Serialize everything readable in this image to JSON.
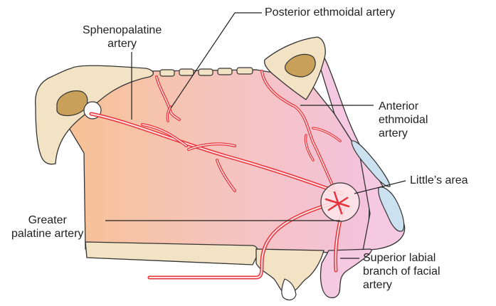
{
  "labels": {
    "posterior_ethmoidal_artery": "Posterior ethmoidal artery",
    "sphenopalatine_artery": [
      "Sphenopalatine",
      "artery"
    ],
    "anterior_ethmoidal_artery": [
      "Anterior",
      "ethmoidal",
      "artery"
    ],
    "littles_area": "Little’s area",
    "greater_palatine_artery": [
      "Greater",
      "palatine artery"
    ],
    "superior_labial_branch": [
      "Superior labial",
      "branch of facial",
      "artery"
    ]
  },
  "colors": {
    "bone": "#f2e3c4",
    "bone_outline": "#333333",
    "sinus_dark": "#c9a05a",
    "cavity_left": "#f7c294",
    "cavity_right": "#f4c2dc",
    "nasal_pink": "#f6c9e2",
    "artery_red": "#e8333c",
    "artery_light": "#fde3e3",
    "littles_area_fill": "#fde8ea",
    "nostril_blue": "#cbe1f0",
    "leader_line": "#222222"
  },
  "icons": {
    "bone": "bone-shape",
    "artery": "artery-vessel",
    "littles_area": "circle-marker"
  }
}
